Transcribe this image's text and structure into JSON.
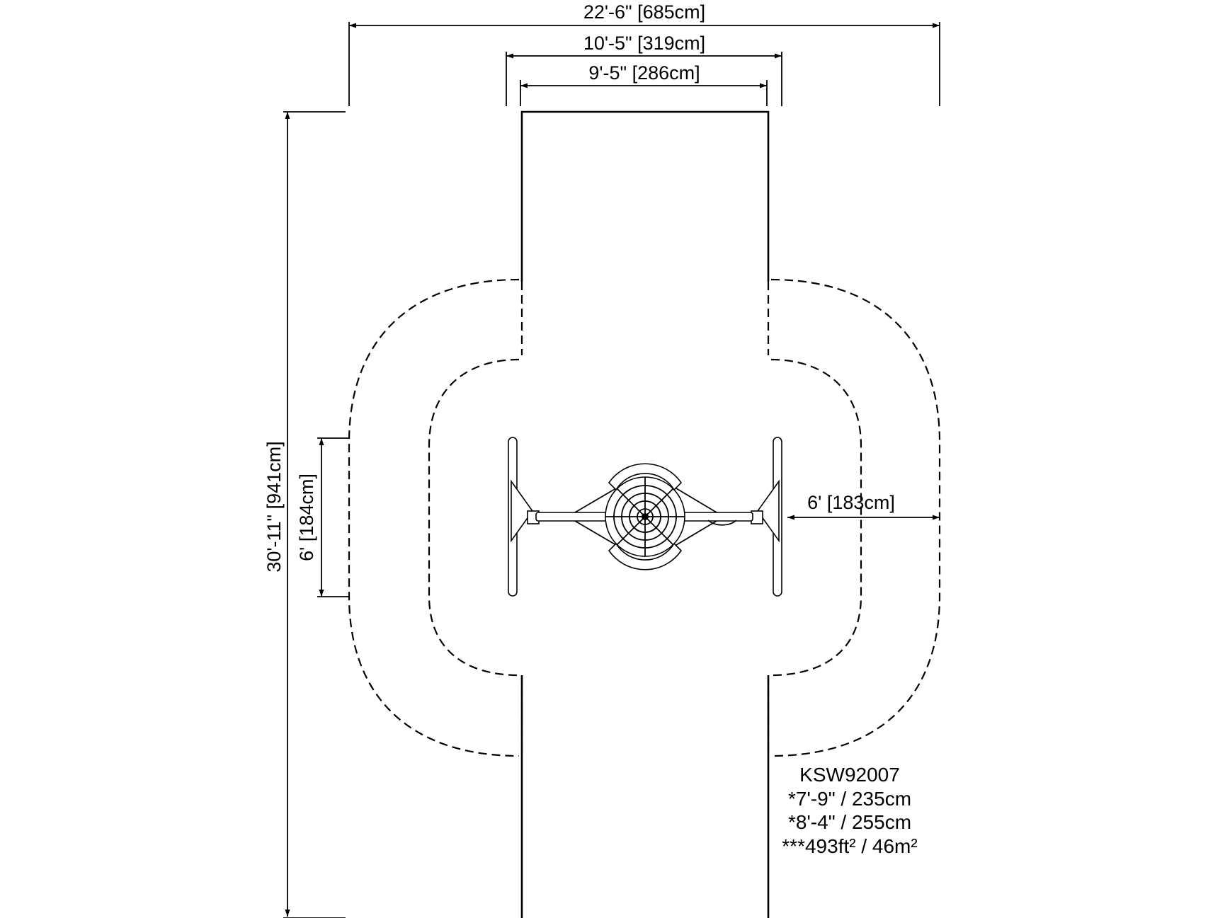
{
  "dimensions": {
    "overall_width": "22'-6\" [685cm]",
    "outer_width": "10'-5\" [319cm]",
    "inner_width": "9'-5\" [286cm]",
    "overall_length": "30'-11\" [941cm]",
    "swing_span": "6' [184cm]",
    "side_clearance": "6' [183cm]"
  },
  "info": {
    "model": "KSW92007",
    "height_1": "*7'-9\" / 235cm",
    "height_2": "*8'-4\" / 255cm",
    "area": "***493ft² / 46m²"
  }
}
